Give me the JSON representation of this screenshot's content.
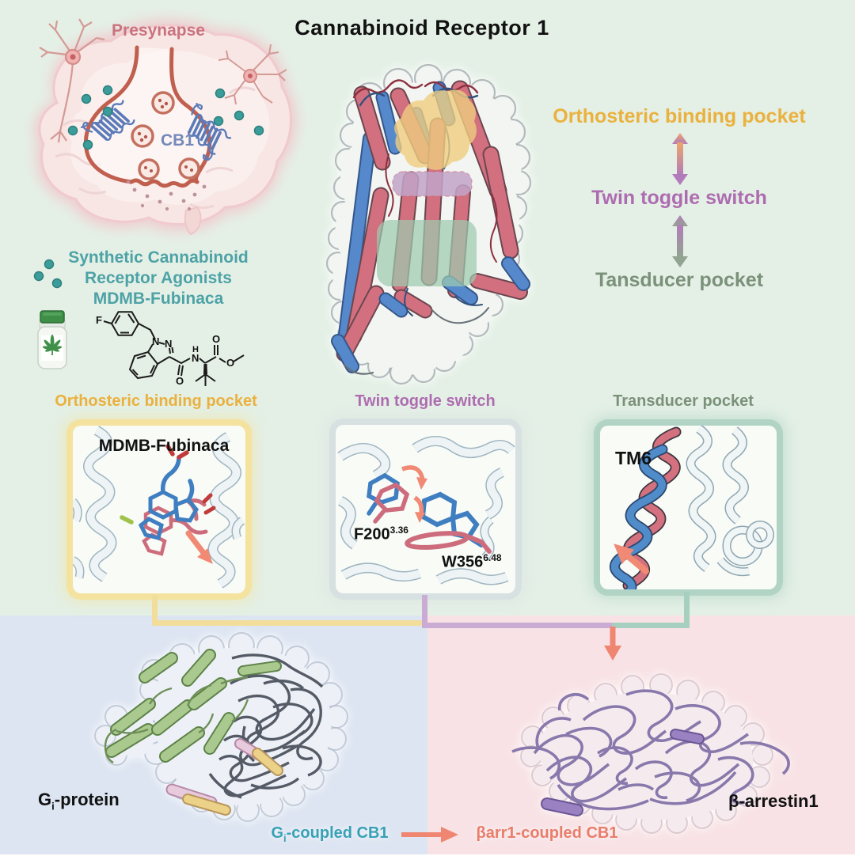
{
  "title": "Cannabinoid Receptor 1",
  "brain": {
    "label": "Presynapse",
    "receptor_label": "CB1"
  },
  "agonist": {
    "line1": "Synthetic Cannabinoid",
    "line2": "Receptor Agonists",
    "line3": "MDMB-Fubinaca"
  },
  "cascade": {
    "top": "Orthosteric binding pocket",
    "middle": "Twin toggle switch",
    "bottom": "Tansducer pocket"
  },
  "panels": {
    "orthosteric": {
      "title": "Orthosteric binding pocket",
      "annotation": "MDMB-Fubinaca"
    },
    "toggle": {
      "title": "Twin toggle switch",
      "residue1": {
        "name": "F200",
        "sup": "3.36"
      },
      "residue2": {
        "name": "W356",
        "sup": "6.48"
      }
    },
    "transducer": {
      "title": "Transducer pocket",
      "annotation": "TM6"
    }
  },
  "bottom": {
    "left_protein": {
      "main": "G",
      "sub": "i",
      "rest": "-protein"
    },
    "right_protein": "β-arrestin1",
    "pathway_left": {
      "main": "G",
      "sub": "i",
      "rest": "-coupled CB1"
    },
    "pathway_right": "βarr1-coupled CB1"
  },
  "chemical": {
    "atoms": {
      "fluorine": "F",
      "nitrogen1": "N",
      "nitrogen2": "N",
      "amide_n": "N",
      "amide_h": "H",
      "carbonyl_o": "O",
      "ester_o_double": "O",
      "ester_o_single": "O"
    }
  },
  "colors": {
    "background_top": "#e4f0e6",
    "background_bottom_left": "#dde5f2",
    "background_bottom_right": "#f8e2e5",
    "orthosteric_accent": "#eab13e",
    "toggle_accent": "#ae6cb0",
    "transducer_accent": "#7b917a",
    "agonist_teal": "#4da2a6",
    "salmon_arrow": "#ef8672",
    "helix_red": "#d2707f",
    "helix_blue": "#5589cc"
  }
}
